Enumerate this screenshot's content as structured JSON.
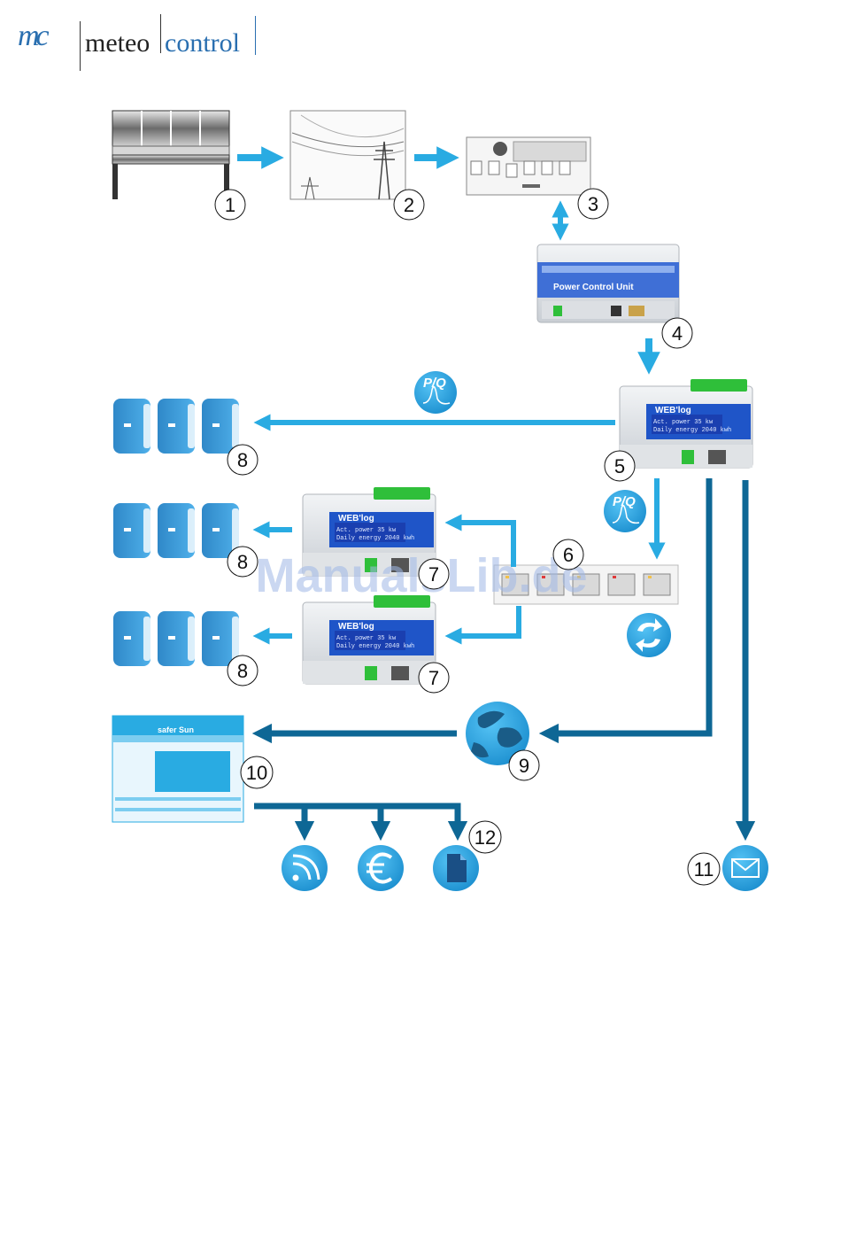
{
  "logo": {
    "mark": "mc",
    "word1": "meteo",
    "word2": "control"
  },
  "device": {
    "brand": "WEB'log",
    "lcd_line1": "Act. power  35 kw",
    "lcd_line2": "Daily energy 2040 kwh",
    "pcu_label": "Power Control Unit"
  },
  "labels": {
    "n1": "1",
    "n2": "2",
    "n3": "3",
    "n4": "4",
    "n5": "5",
    "n6": "6",
    "n7a": "7",
    "n7b": "7",
    "n8a": "8",
    "n8b": "8",
    "n8c": "8",
    "n9": "9",
    "n10": "10",
    "n11": "11",
    "n12": "12"
  },
  "pq": "P/Q",
  "portal": {
    "title": "safer Sun"
  },
  "icons": {
    "pv_panels": "solar-panel-array-icon",
    "grid": "power-line-icon",
    "ripple": "ripple-control-receiver-icon",
    "pcu": "power-control-unit-icon",
    "datalogger": "datalogger-icon",
    "inverter": "inverter-icon",
    "switch": "network-switch-icon",
    "sync": "sync-icon",
    "internet": "globe-icon",
    "portal": "web-portal-icon",
    "mail": "envelope-icon",
    "rss": "rss-feed-icon",
    "euro": "euro-icon",
    "report": "document-icon"
  },
  "colors": {
    "light_blue": "#29abe2",
    "dark_blue": "#0e6795",
    "inverter": "#3e9ad6",
    "lcd": "#1a3fb0"
  },
  "watermark": "ManualsLib.de"
}
